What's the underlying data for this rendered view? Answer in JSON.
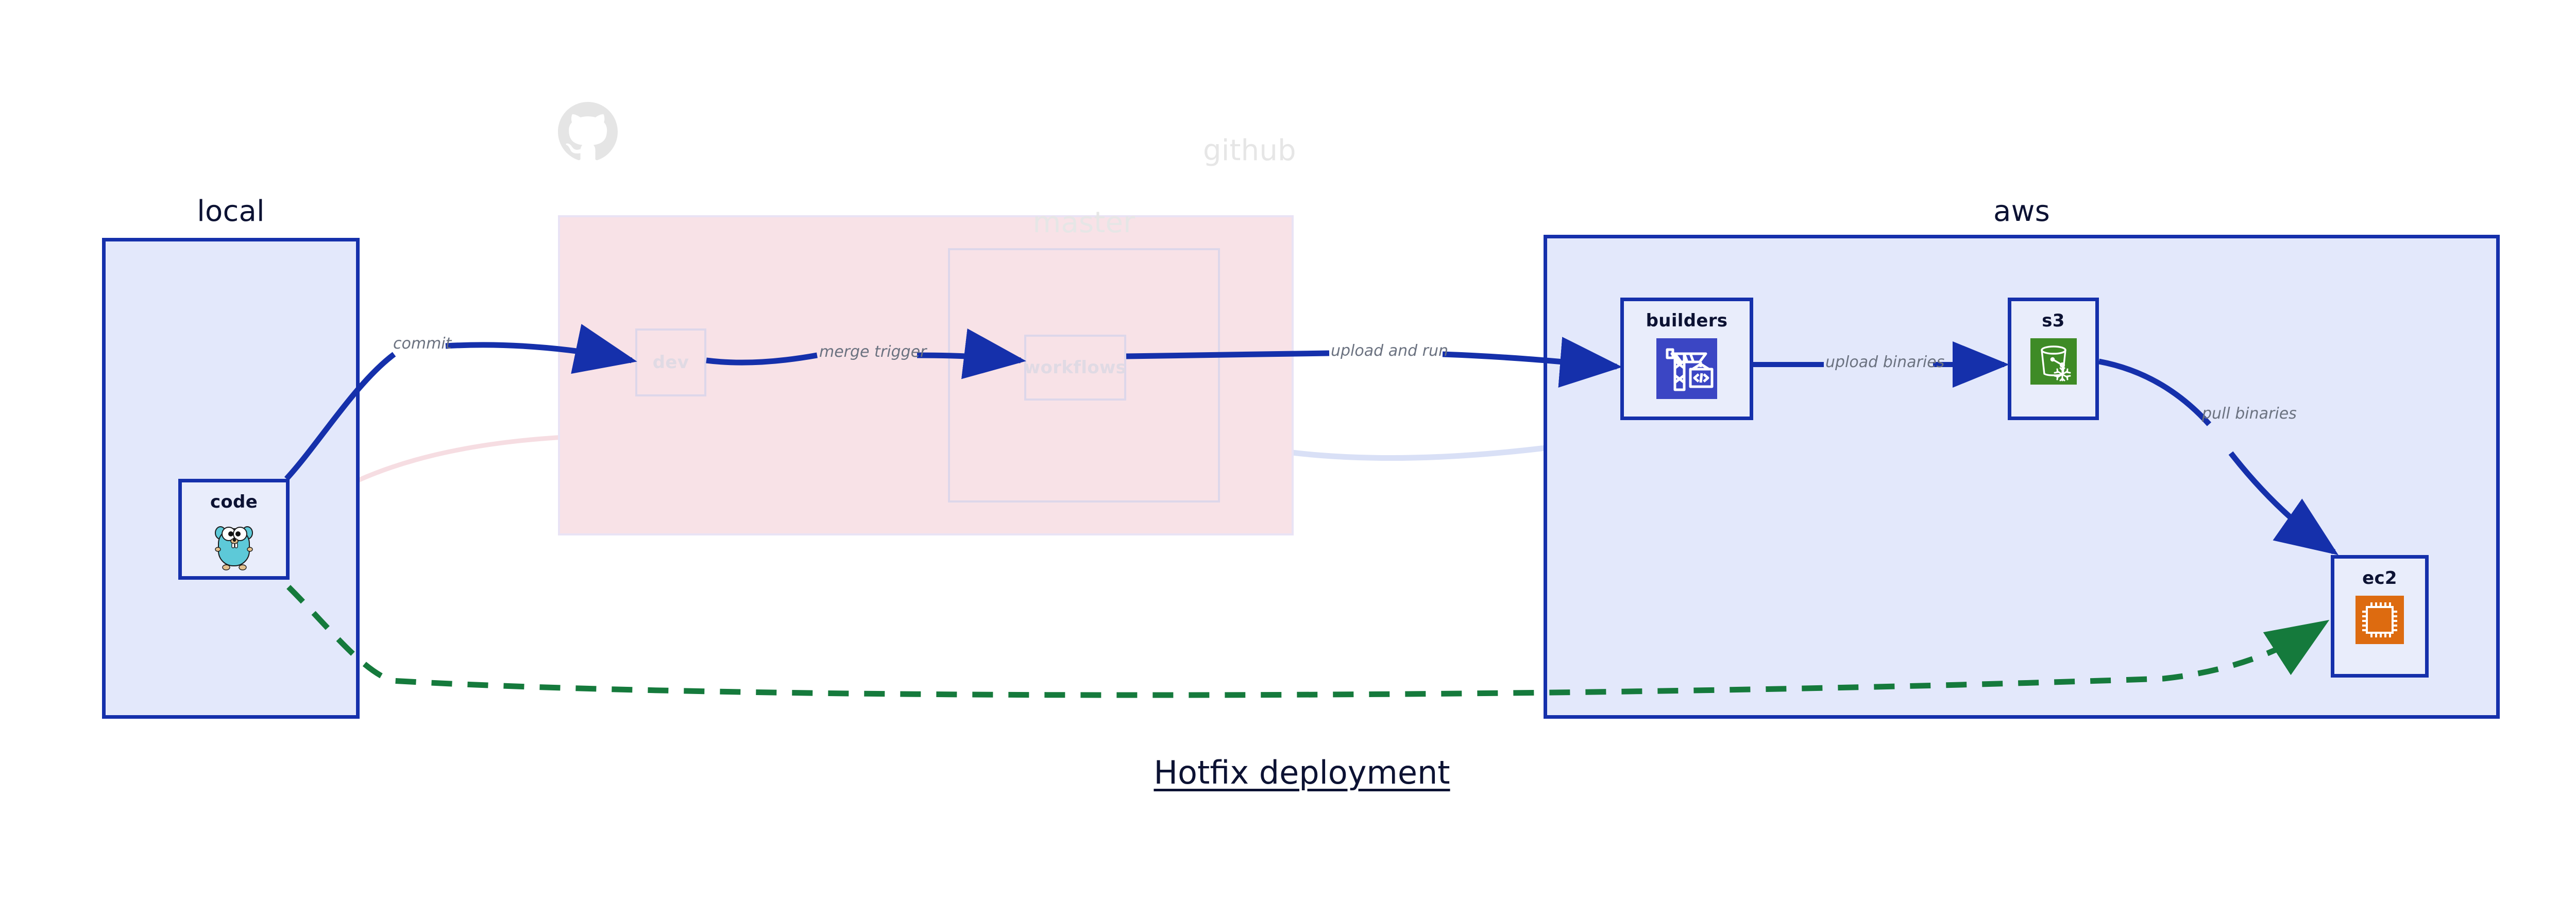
{
  "diagram": {
    "title": "Hotfix deployment",
    "accent_blue": "#1530ab",
    "group_fill_blue": "#e3e8fb",
    "group_fill_pink": "#f8e2e7",
    "faded_gray": "#e6e6e6",
    "label_gray": "#6b7280",
    "dashed_green": "#157a3c"
  },
  "groups": {
    "local": {
      "label": "local"
    },
    "github": {
      "label": "github",
      "logo": "github-octocat-icon"
    },
    "master": {
      "label": "master"
    },
    "aws": {
      "label": "aws"
    }
  },
  "nodes": {
    "code": {
      "label": "code",
      "icon": "go-gopher-icon"
    },
    "dev": {
      "label": "dev"
    },
    "workflows": {
      "label": "workflows"
    },
    "builders": {
      "label": "builders",
      "icon": "aws-codebuild-icon"
    },
    "s3": {
      "label": "s3",
      "icon": "aws-s3-glacier-bucket-icon"
    },
    "ec2": {
      "label": "ec2",
      "icon": "aws-ec2-chip-icon"
    }
  },
  "edges": {
    "commit": "commit",
    "merge_trigger": "merge trigger",
    "upload_and_run": "upload and run",
    "upload_binaries": "upload binaries",
    "pull_binaries": "pull binaries"
  }
}
